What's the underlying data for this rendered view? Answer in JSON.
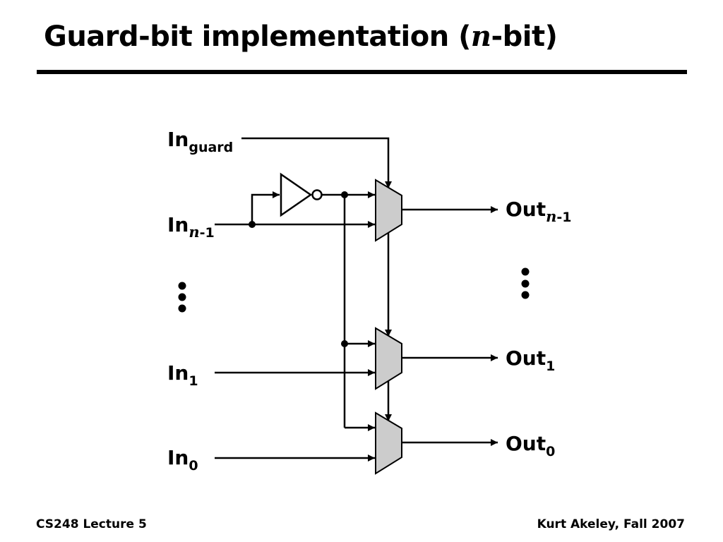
{
  "slide": {
    "title_prefix": "Guard-bit implementation (",
    "title_var": "n",
    "title_suffix": "-bit)",
    "footer_left": "CS248 Lecture 5",
    "footer_right": "Kurt Akeley, Fall 2007"
  },
  "diagram": {
    "inputs": {
      "guard": {
        "base": "In",
        "sub": "guard"
      },
      "n_minus_1": {
        "base": "In",
        "sub_var": "n",
        "sub_rest": "-1"
      },
      "one": {
        "base": "In",
        "sub": "1"
      },
      "zero": {
        "base": "In",
        "sub": "0"
      }
    },
    "outputs": {
      "n_minus_1": {
        "base": "Out",
        "sub_var": "n",
        "sub_rest": "-1"
      },
      "one": {
        "base": "Out",
        "sub": "1"
      },
      "zero": {
        "base": "Out",
        "sub": "0"
      }
    },
    "components": [
      "inverter",
      "multiplexer",
      "multiplexer",
      "multiplexer"
    ],
    "colors": {
      "wire": "#000000",
      "mux_fill": "#cccccc"
    }
  }
}
